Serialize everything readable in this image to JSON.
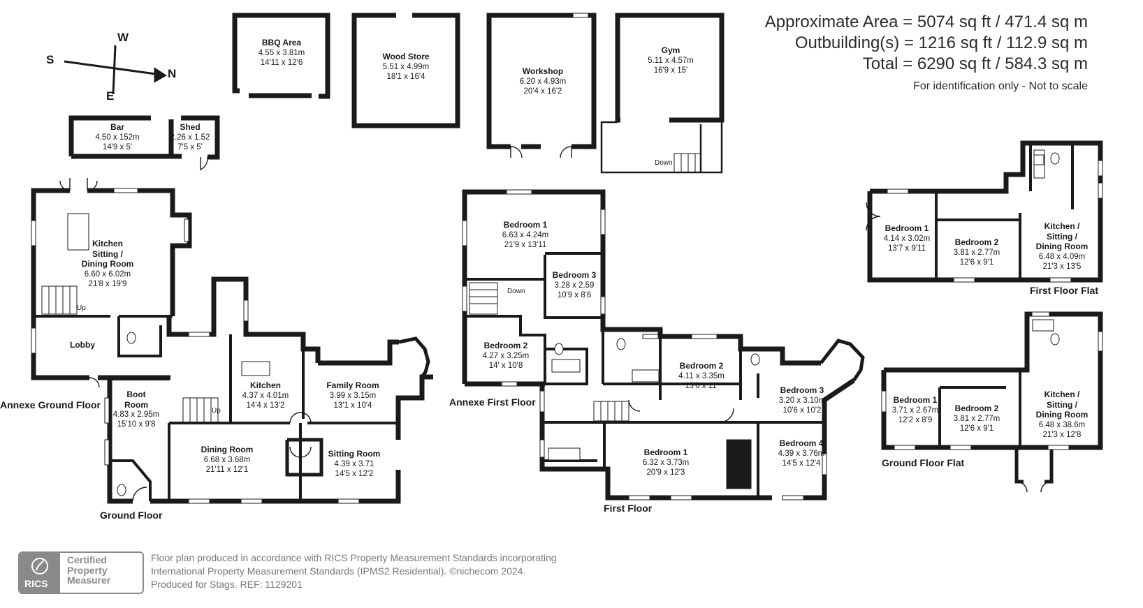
{
  "summary": {
    "approx_area": "Approximate Area = 5074 sq ft / 471.4 sq m",
    "outbuildings": "Outbuilding(s) = 1216 sq ft / 112.9 sq m",
    "total": "Total = 6290 sq ft / 584.3 sq m",
    "disclaimer": "For identification only - Not to scale"
  },
  "compass": {
    "n": "N",
    "s": "S",
    "e": "E",
    "w": "W"
  },
  "floor_labels": {
    "ground": "Ground Floor",
    "annexe_ground": "Annexe Ground Floor",
    "annexe_first": "Annexe First Floor",
    "first": "First Floor",
    "first_floor_flat": "First Floor Flat",
    "ground_floor_flat": "Ground Floor Flat"
  },
  "rooms": {
    "bbq": {
      "name": "BBQ Area",
      "metric": "4.55 x 3.81m",
      "imperial": "14'11 x 12'6"
    },
    "wood_store": {
      "name": "Wood Store",
      "metric": "5.51 x 4.99m",
      "imperial": "18'1 x 16'4"
    },
    "workshop": {
      "name": "Workshop",
      "metric": "6.20 x 4.93m",
      "imperial": "20'4 x 16'2"
    },
    "gym": {
      "name": "Gym",
      "metric": "5.11 x 4.57m",
      "imperial": "16'9 x 15'"
    },
    "bar": {
      "name": "Bar",
      "metric": "4.50 x 152m",
      "imperial": "14'9 x 5'"
    },
    "shed": {
      "name": "Shed",
      "metric": "2.26 x 1.52",
      "imperial": "7'5 x 5'"
    },
    "annexe_kitchen": {
      "name": "Kitchen",
      "name2": "Sitting /",
      "name3": "Dining Room",
      "metric": "6.60 x 6.02m",
      "imperial": "21'8 x 19'9"
    },
    "lobby": {
      "name": "Lobby"
    },
    "boot_room": {
      "name": "Boot",
      "name2": "Room",
      "metric": "4.83 x 2.95m",
      "imperial": "15'10 x 9'8"
    },
    "kitchen": {
      "name": "Kitchen",
      "metric": "4.37 x 4.01m",
      "imperial": "14'4 x 13'2"
    },
    "family_room": {
      "name": "Family Room",
      "metric": "3.99 x 3.15m",
      "imperial": "13'1 x 10'4"
    },
    "dining_room": {
      "name": "Dining Room",
      "metric": "6.68 x 3.68m",
      "imperial": "21'11 x 12'1"
    },
    "sitting_room": {
      "name": "Sitting Room",
      "metric": "4.39 x 3.71",
      "imperial": "14'5 x 12'2"
    },
    "annexe_bed1": {
      "name": "Bedroom 1",
      "metric": "6.63 x 4.24m",
      "imperial": "21'9 x 13'11"
    },
    "annexe_bed3": {
      "name": "Bedroom 3",
      "metric": "3.28 x 2.59",
      "imperial": "10'9 x 8'6"
    },
    "annexe_bed2": {
      "name": "Bedroom 2",
      "metric": "4.27 x 3.25m",
      "imperial": "14' x 10'8"
    },
    "ff_bed2": {
      "name": "Bedroom 2",
      "metric": "4.11 x 3.35m",
      "imperial": "13'6 x 11'"
    },
    "ff_bed3": {
      "name": "Bedroom 3",
      "metric": "3.20 x 3.10m",
      "imperial": "10'6 x 10'2"
    },
    "ff_bed1": {
      "name": "Bedroom 1",
      "metric": "6.32 x 3.73m",
      "imperial": "20'9 x 12'3"
    },
    "ff_bed4": {
      "name": "Bedroom 4",
      "metric": "4.39 x 3.76m",
      "imperial": "14'5 x 12'4"
    },
    "ffflat_bed1": {
      "name": "Bedroom 1",
      "metric": "4.14 x 3.02m",
      "imperial": "13'7 x 9'11"
    },
    "ffflat_bed2": {
      "name": "Bedroom 2",
      "metric": "3.81 x 2.77m",
      "imperial": "12'6 x 9'1"
    },
    "ffflat_kitchen": {
      "name": "Kitchen /",
      "name2": "Sitting /",
      "name3": "Dining Room",
      "metric": "6.48 x 4.09m",
      "imperial": "21'3 x 13'5"
    },
    "gfflat_bed1": {
      "name": "Bedroom 1",
      "metric": "3.71 x 2.67m",
      "imperial": "12'2 x 8'9"
    },
    "gfflat_bed2": {
      "name": "Bedroom 2",
      "metric": "3.81 x 2.77m",
      "imperial": "12'6 x 9'1"
    },
    "gfflat_kitchen": {
      "name": "Kitchen /",
      "name2": "Sitting /",
      "name3": "Dining Room",
      "metric": "6.48 x 38.6m",
      "imperial": "21'3 x 12'8"
    }
  },
  "stair_labels": {
    "up": "Up",
    "down": "Down"
  },
  "footer": {
    "line1": "Floor plan produced in accordance with RICS Property Measurement Standards incorporating",
    "line2": "International Property Measurement Standards (IPMS2 Residential).   ©nichecom 2024.",
    "line3": "Produced for Stags.   REF:  1129201"
  },
  "badge": {
    "rics": "RICS",
    "line1": "Certified",
    "line2": "Property",
    "line3": "Measurer"
  }
}
